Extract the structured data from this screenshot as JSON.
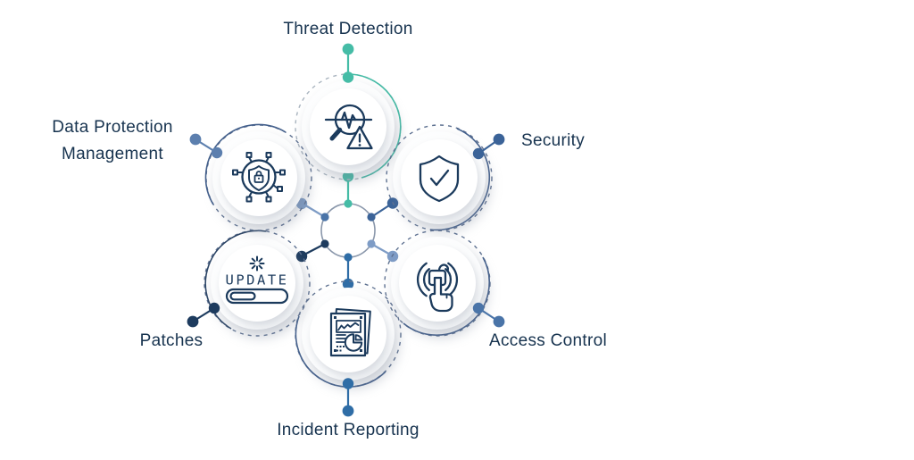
{
  "nodes": [
    {
      "id": "threat-detection",
      "label": "Threat Detection",
      "icon": "magnifier-threat-warning-icon",
      "accent": "#45BCA6"
    },
    {
      "id": "security",
      "label": "Security",
      "icon": "shield-check-icon",
      "accent": "#3B6398"
    },
    {
      "id": "access-control",
      "label": "Access Control",
      "icon": "touch-unlock-icon",
      "accent": "#4A74A8"
    },
    {
      "id": "incident-reporting",
      "label": "Incident Reporting",
      "icon": "report-charts-icon",
      "accent": "#2F6DA6"
    },
    {
      "id": "patches",
      "label": "Patches",
      "icon": "update-progress-icon",
      "icon_text": "UPDATE",
      "accent": "#1D3B5E"
    },
    {
      "id": "data-protection-management",
      "label": "Data Protection Management",
      "icon": "circuit-shield-lock-icon",
      "accent": "#5C7FAE"
    }
  ],
  "center": {
    "shape": "hexagon-ring",
    "vertex_colors": [
      "#45BCA6",
      "#3B6398",
      "#7E9CC6",
      "#2F6DA6",
      "#1D3B5E",
      "#4A74A8"
    ]
  },
  "colors": {
    "teal": "#45BCA6",
    "text_navy": "#17334F",
    "icon_stroke": "#1B3A5C",
    "medium_blue": "#3B6398",
    "steel_blue": "#7E9CC6",
    "dark_navy": "#1D3B5E",
    "ring_gray": "#8A97AB",
    "dash_gray": "#A9B4BF",
    "dash_navy": "#5E7191"
  }
}
